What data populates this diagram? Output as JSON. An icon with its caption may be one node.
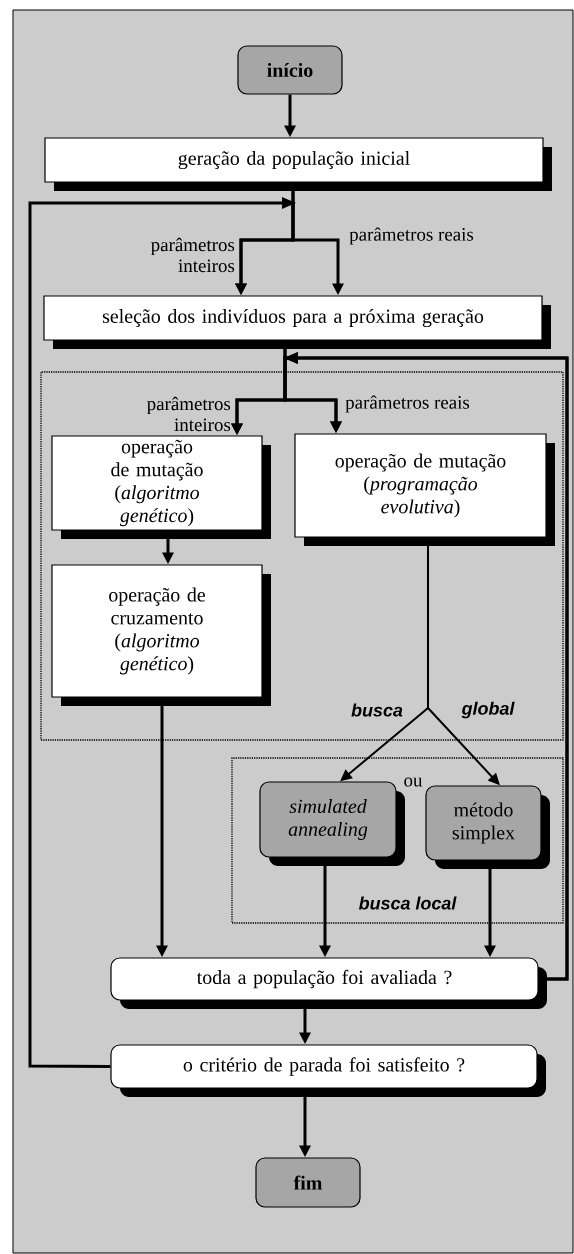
{
  "diagram": {
    "nodes": [
      {
        "text": [
          "início"
        ]
      },
      {
        "text": [
          "geração da população inicial"
        ]
      },
      {
        "text": [
          "seleção dos indivíduos para a próxima geração"
        ]
      },
      {
        "text": [],
        "shape": "box"
      },
      {
        "text": [
          "operação de mutação (*algoritmo genético*)"
        ],
        "in": 3
      },
      {
        "text": [
          "operação de cruzamento (*algoritmo genético*)"
        ],
        "in": 3
      },
      {
        "text": [
          "operação de mutação (*programação evolutiva*)"
        ],
        "in": 3
      },
      {
        "text": [
          "busca local"
        ]
      },
      {
        "text": [
          "simulated annealing"
        ],
        "in": 7
      },
      {
        "text": [
          "método simplex"
        ],
        "in": 7
      },
      {
        "text": [
          "toda a população foi avaliada ?"
        ]
      },
      {
        "text": [
          "o critério de parada foi satisfeito ?"
        ]
      },
      {
        "text": [
          "fim"
        ]
      }
    ],
    "edges": [
      {
        "from": 0,
        "to": 1,
        "arrow": "to"
      },
      {
        "from": 1,
        "to": 2,
        "arrow": "to",
        "label": "parâmetros inteiros"
      },
      {
        "from": 1,
        "to": 2,
        "arrow": "to",
        "label": "parâmetros reais"
      },
      {
        "from": 2,
        "to": 4,
        "arrow": "to",
        "label": "parâmetros inteiros"
      },
      {
        "from": 2,
        "to": 6,
        "arrow": "to",
        "label": "parâmetros reais"
      },
      {
        "from": 4,
        "to": 5,
        "arrow": "to"
      },
      {
        "from": 6,
        "to": 8,
        "arrow": "to"
      },
      {
        "from": 6,
        "to": 9,
        "arrow": "to"
      },
      {
        "from": 5,
        "to": 10,
        "arrow": "to"
      },
      {
        "from": 8,
        "to": 10,
        "arrow": "to"
      },
      {
        "from": 9,
        "to": 10,
        "arrow": "to"
      },
      {
        "from": 10,
        "to": 11,
        "arrow": "to"
      },
      {
        "from": 11,
        "to": 12,
        "arrow": "to"
      },
      {
        "from": 11,
        "to": 2,
        "arrow": "to"
      },
      {
        "from": 10,
        "to": 4,
        "arrow": "to"
      },
      {
        "from": 10,
        "to": 6,
        "arrow": "to"
      }
    ],
    "labels": [
      "busca",
      "global",
      "ou"
    ]
  }
}
